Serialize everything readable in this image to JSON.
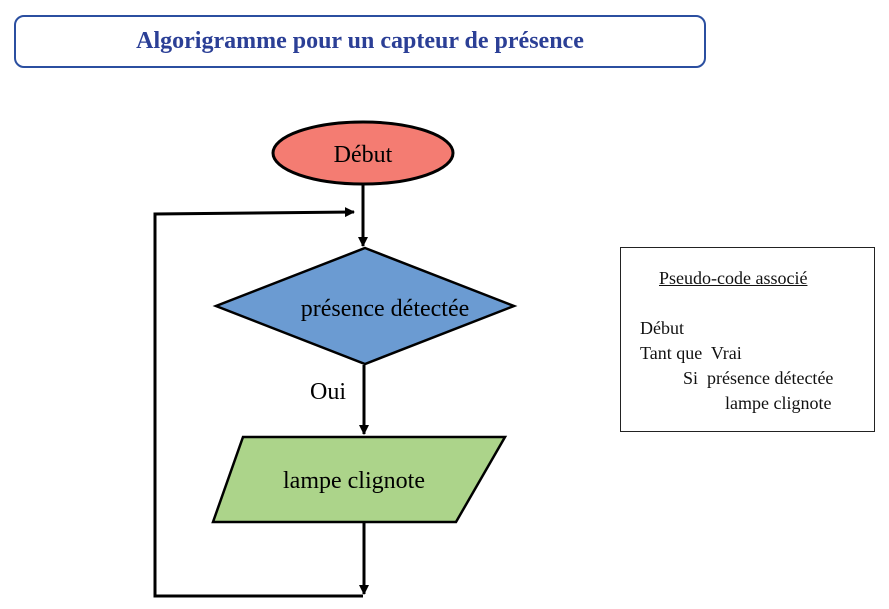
{
  "title": "Algorigramme pour un capteur de présence",
  "flowchart": {
    "start_label": "Début",
    "decision_label": "présence détectée",
    "yes_label": "Oui",
    "action_label": "lampe clignote"
  },
  "pseudo_code": {
    "heading": "Pseudo-code associé",
    "lines": [
      "Début",
      "Tant que  Vrai",
      "Si  présence détectée",
      "lampe clignote"
    ]
  },
  "colors": {
    "start_fill": "#f47c72",
    "decision_fill": "#6b9bd2",
    "action_fill": "#acd48a",
    "title_color": "#2b3f96"
  }
}
